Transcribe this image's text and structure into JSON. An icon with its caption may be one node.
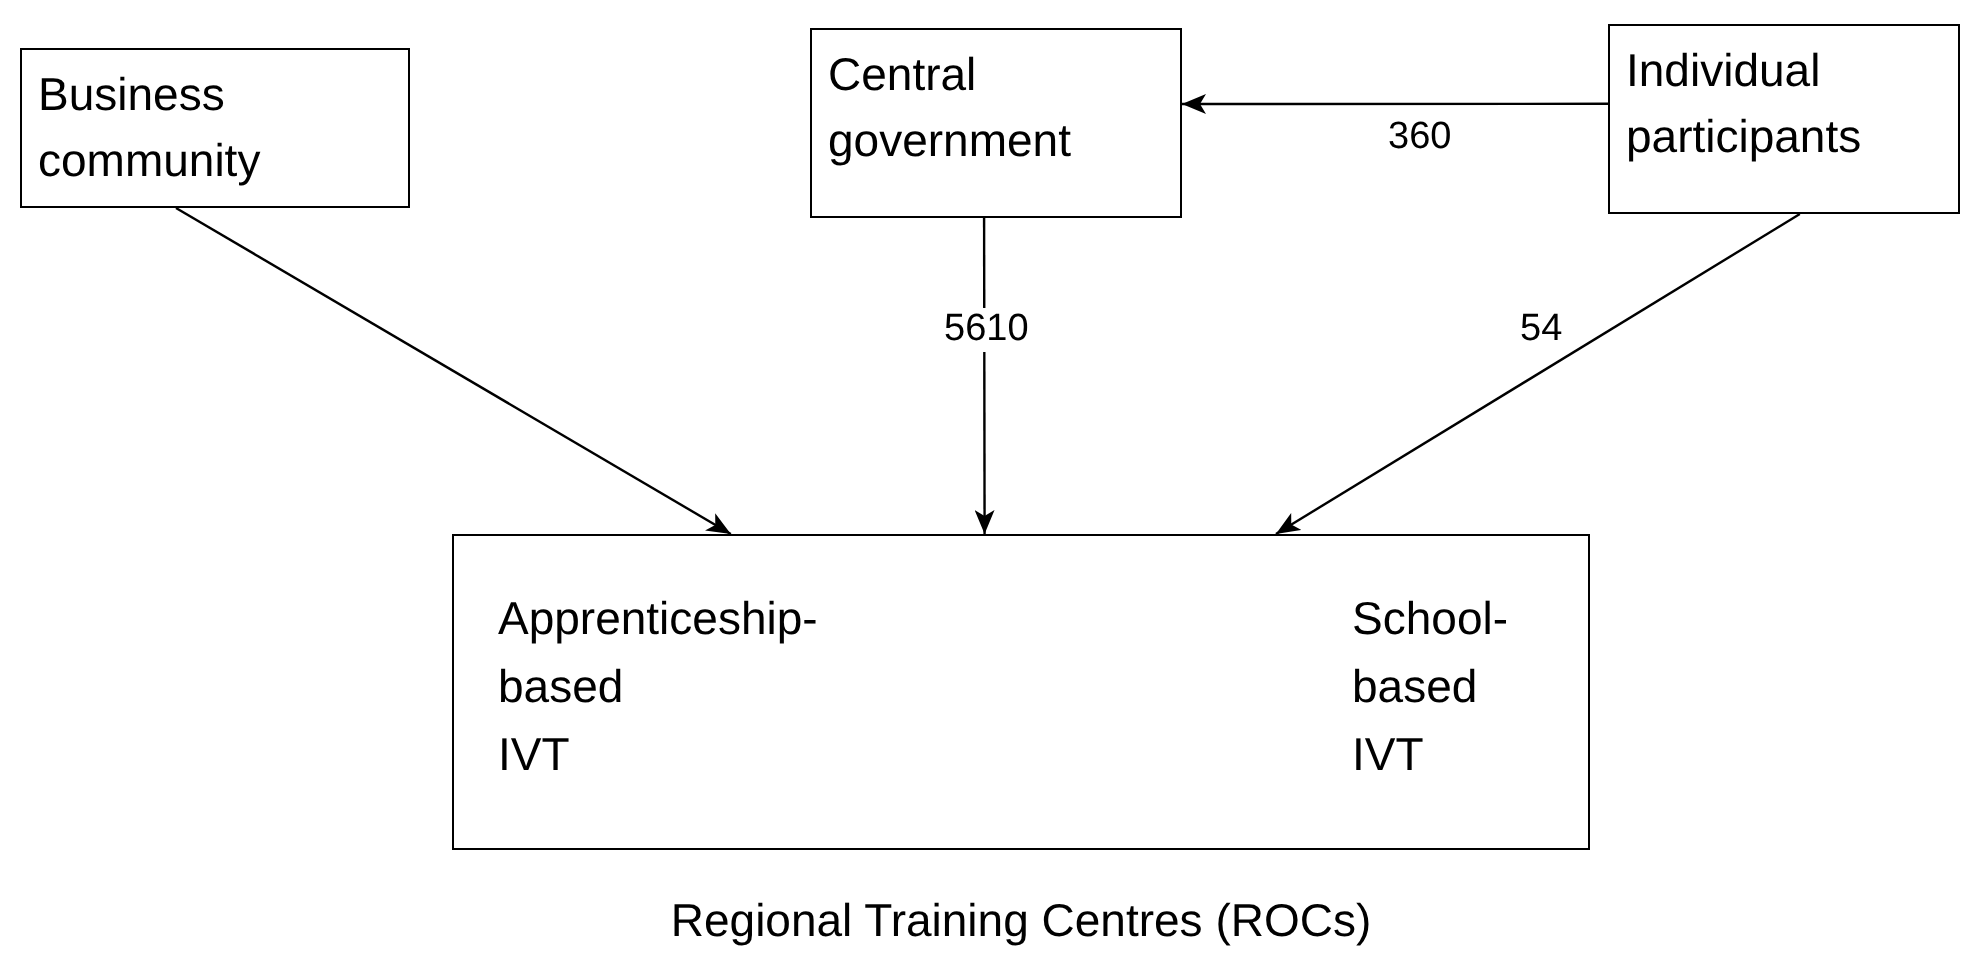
{
  "diagram": {
    "nodes": [
      {
        "text": [
          "Business community"
        ]
      },
      {
        "text": [
          "Central government"
        ]
      },
      {
        "text": [
          "Individual participants"
        ]
      },
      {
        "text": [
          "Apprenticeship- based IVT",
          "School- based IVT"
        ],
        "beside": [
          "Regional Training Centres (ROCs)"
        ]
      }
    ],
    "edges": [
      {
        "from": 0,
        "to": 3,
        "arrow": "to"
      },
      {
        "from": 1,
        "to": 3,
        "arrow": "to",
        "label": "5610"
      },
      {
        "from": 2,
        "to": 3,
        "arrow": "to",
        "label": "54"
      },
      {
        "from": 2,
        "to": 1,
        "arrow": "to",
        "label": "360"
      }
    ]
  }
}
